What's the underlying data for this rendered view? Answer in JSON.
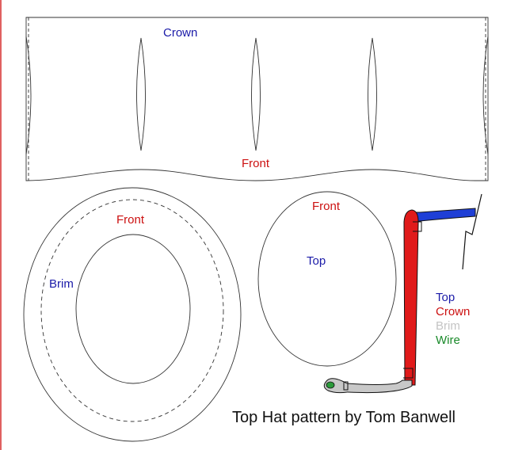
{
  "colors": {
    "outline": "#333333",
    "left_border": "#e06060",
    "label_blue": "#1a1aa8",
    "label_red": "#cc1010",
    "label_grey": "#c4c4c4",
    "label_green": "#1a8a2a",
    "top_layer": "#1f3fd6",
    "crown_layer": "#e01a1a",
    "brim_layer": "#c8c8c8",
    "wire_layer": "#2a9a3a"
  },
  "crown_piece": {
    "name_label": "Crown",
    "front_label": "Front"
  },
  "brim_piece": {
    "name_label": "Brim",
    "front_label": "Front"
  },
  "top_piece": {
    "name_label": "Top",
    "front_label": "Front"
  },
  "legend": {
    "top": "Top",
    "crown": "Crown",
    "brim": "Brim",
    "wire": "Wire"
  },
  "caption": "Top Hat pattern by Tom Banwell"
}
